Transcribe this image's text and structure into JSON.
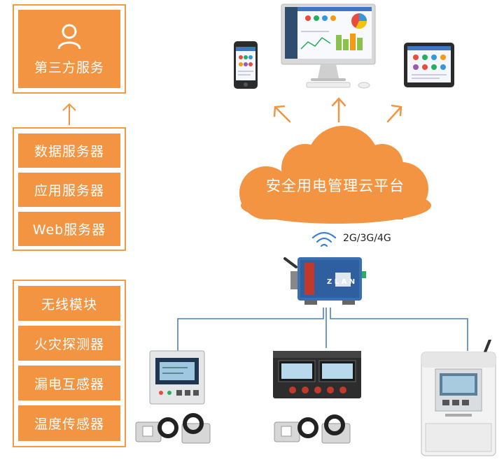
{
  "left_panel": {
    "third_party": {
      "label": "第三方服务",
      "icon": "user-icon"
    },
    "servers": [
      "数据服务器",
      "应用服务器",
      "Web服务器"
    ],
    "sensors": [
      "无线模块",
      "火灾探测器",
      "漏电互感器",
      "温度传感器"
    ]
  },
  "cloud": {
    "label": "安全用电管理云平台"
  },
  "network": {
    "label": "2G/3G/4G",
    "icon": "wifi-signal-icon"
  },
  "colors": {
    "accent": "#f39442",
    "line": "#4a7fc1"
  }
}
